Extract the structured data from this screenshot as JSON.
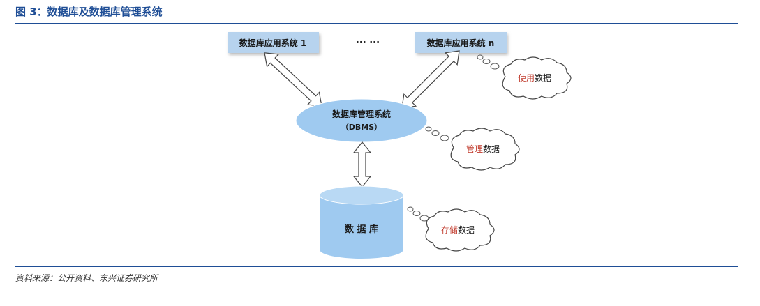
{
  "figure": {
    "title": "图 3：数据库及数据库管理系统",
    "source": "资料来源：公开资料、东兴证券研究所"
  },
  "diagram": {
    "app_box_1": "数据库应用系统 1",
    "ellipsis": "··· ···",
    "app_box_n": "数据库应用系统 n",
    "dbms_line1": "数据库管理系统",
    "dbms_line2": "（DBMS）",
    "database": "数 据 库",
    "cloud_use": {
      "highlight": "使用",
      "rest": "数据"
    },
    "cloud_manage": {
      "highlight": "管理",
      "rest": "数据"
    },
    "cloud_store": {
      "highlight": "存储",
      "rest": "数据"
    }
  },
  "colors": {
    "title_blue": "#1f4e96",
    "box_fill": "#b7d3ee",
    "ellipse_fill": "#9fcaf0",
    "cylinder_fill": "#9fcaf0",
    "cloud_highlight": "#c0392b"
  }
}
